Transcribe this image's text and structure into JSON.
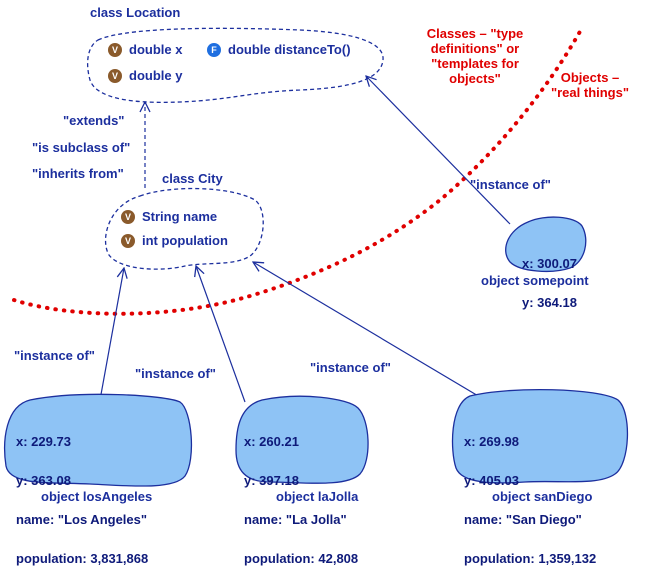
{
  "classes": {
    "location": {
      "title": "class Location",
      "members": [
        {
          "badge": "V",
          "text": "double x"
        },
        {
          "badge": "F",
          "text": "double distanceTo()"
        },
        {
          "badge": "V",
          "text": "double y"
        }
      ]
    },
    "city": {
      "title": "class City",
      "members": [
        {
          "badge": "V",
          "text": "String name"
        },
        {
          "badge": "V",
          "text": "int population"
        }
      ]
    }
  },
  "relations": {
    "extends": "\"extends\"",
    "subclass": "\"is subclass of\"",
    "inherits": "\"inherits from\"",
    "instance_of": "\"instance of\""
  },
  "annotations": {
    "classes_line1": "Classes – \"type",
    "classes_line2": "definitions\" or",
    "classes_line3": "\"templates for",
    "classes_line4": "objects\"",
    "objects_line1": "Objects –",
    "objects_line2": "\"real things\""
  },
  "objects": {
    "somepoint": {
      "title": "object somepoint",
      "lines": [
        "x: 300.07",
        "y: 364.18"
      ]
    },
    "losAngeles": {
      "title": "object losAngeles",
      "lines": [
        "x: 229.73",
        "y: 363.08",
        "name: \"Los Angeles\"",
        "population: 3,831,868"
      ]
    },
    "laJolla": {
      "title": "object laJolla",
      "lines": [
        "x: 260.21",
        "y: 397.18",
        "name: \"La Jolla\"",
        "population: 42,808"
      ]
    },
    "sanDiego": {
      "title": "object sanDiego",
      "lines": [
        "x: 269.98",
        "y: 405.03",
        "name: \"San Diego\"",
        "population: 1,359,132"
      ]
    }
  },
  "colors": {
    "class_outline": "#1c2f9e",
    "object_fill": "#8ec3f5",
    "object_stroke": "#1c2f9e",
    "arrow": "#1c2f9e",
    "divider": "#e00000",
    "annotation": "#e00000"
  }
}
